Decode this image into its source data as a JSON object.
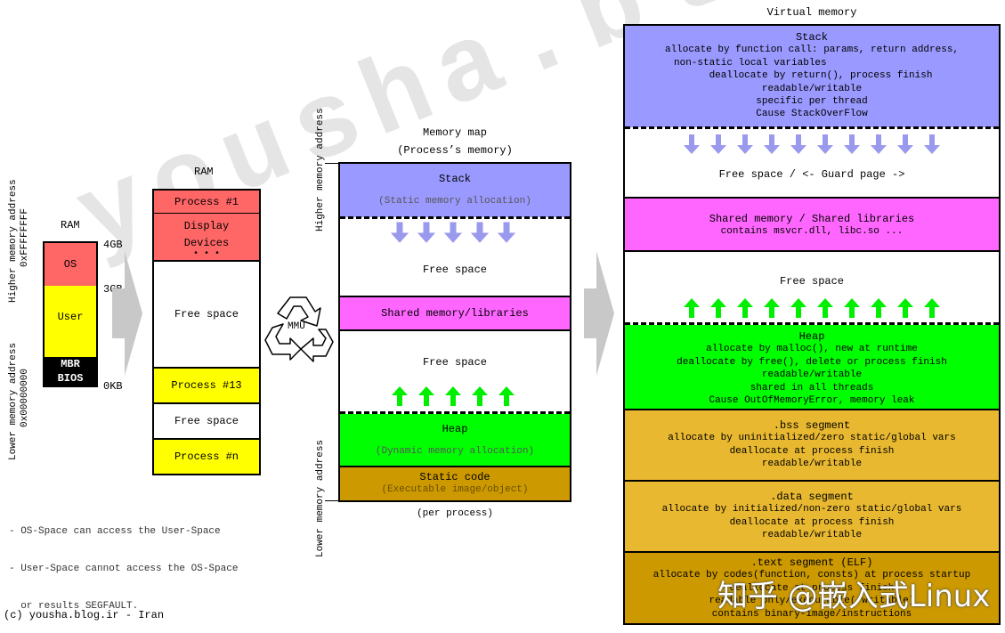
{
  "watermark": "yousha.blog.ir",
  "corner_watermark": "知乎 @嵌入式Linux",
  "copyright": "(c) yousha.blog.ir - Iran",
  "notes": [
    "- OS-Space can access the User-Space",
    "- User-Space cannot access the OS-Space",
    "  or results SEGFAULT."
  ],
  "ram_small": {
    "title": "RAM",
    "higher_label": "Higher memory address",
    "higher_value": "0xFFFFFFFF",
    "lower_label": "Lower memory address",
    "lower_value": "0x00000000",
    "segments": [
      "OS",
      "User",
      "MBR",
      "BIOS"
    ],
    "marks": [
      "4GB",
      "3GB",
      "0KB"
    ]
  },
  "ram_big": {
    "title": "RAM",
    "segments": [
      "Process #1",
      "Display",
      "Devices",
      "• • •",
      "Free space",
      "Process #13",
      "Free space",
      "Process #n"
    ]
  },
  "mmu_label": "MMU",
  "memory_map": {
    "title1": "Memory map",
    "title2": "(Process’s memory)",
    "higher_label": "Higher memory address",
    "lower_label": "Lower memory address",
    "stack": "Stack",
    "stack_sub": "(Static memory allocation)",
    "free1": "Free space",
    "shared": "Shared memory/libraries",
    "free2": "Free space",
    "heap": "Heap",
    "heap_sub": "(Dynamic memory allocation)",
    "static": "Static code",
    "static_sub": "(Executable image/object)",
    "footer": "(per process)"
  },
  "virtual_memory": {
    "title": "Virtual memory",
    "stack": {
      "title": "Stack",
      "lines": [
        "allocate by function call: params, return address,",
        "non-static local variables",
        "deallocate by return(), process finish",
        "readable/writable",
        "specific per thread",
        "Cause StackOverFlow"
      ]
    },
    "free_guard": "Free space / <- Guard page ->",
    "shared": {
      "title": "Shared memory / Shared libraries",
      "lines": [
        "contains msvcr.dll, libc.so ..."
      ]
    },
    "free": "Free space",
    "heap": {
      "title": "Heap",
      "lines": [
        "allocate by malloc(), new at runtime",
        "deallocate by free(), delete or process finish",
        "readable/writable",
        "shared in all threads",
        "Cause OutOfMemoryError, memory leak"
      ]
    },
    "bss": {
      "title": ".bss segment",
      "lines": [
        "allocate by uninitialized/zero static/global vars",
        "deallocate at process finish",
        "readable/writable"
      ]
    },
    "data": {
      "title": ".data segment",
      "lines": [
        "allocate by initialized/non-zero static/global vars",
        "deallocate at process finish",
        "readable/writable"
      ]
    },
    "text": {
      "title": ".text segment (ELF)",
      "lines": [
        "allocate by codes(function, consts) at process startup",
        "deallocate at process finish",
        "readable only/executable(/writable)",
        "contains binary-image/instructions"
      ]
    }
  },
  "colors": {
    "os": "#ff6666",
    "user": "#ffff00",
    "black": "#000000",
    "process": "#ff6666",
    "stack": "#9999ff",
    "shared": "#ff66ff",
    "heap": "#00ff00",
    "static": "#cc9900",
    "segment": "#e8b830",
    "arrow_down": "#9999ee",
    "arrow_up": "#00ee00"
  }
}
